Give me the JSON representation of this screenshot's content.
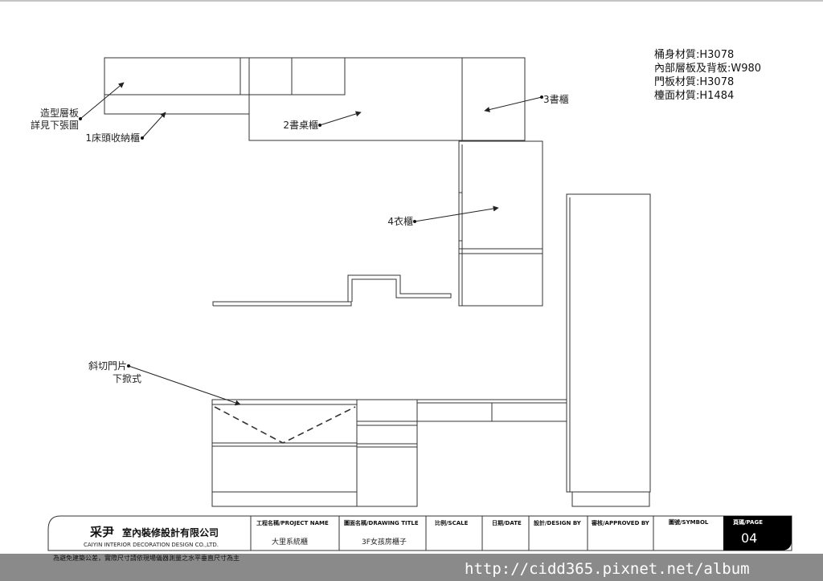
{
  "specs": [
    "桶身材質:H3078",
    "內部層板及背板:W980",
    "門板材質:H3078",
    "檯面材質:H1484"
  ],
  "labels": {
    "shelf_line1": "造型層板",
    "shelf_line2": "詳見下張圖",
    "headboard": "1床頭收納櫃",
    "desk": "2書桌櫃",
    "bookcase": "3書櫃",
    "wardrobe": "4衣櫃",
    "bevel_line1": "斜切門片",
    "bevel_line2": "下掀式"
  },
  "title_block": {
    "company_cn": "室內裝修設計有限公司",
    "company_logo": "采尹",
    "company_en": "CAIYIN INTERIOR DECORATION DESIGN CO.,LTD.",
    "project_name_label": "工程名稱/PROJECT NAME",
    "project_name_value": "大里系統櫃",
    "drawing_title_label": "圖面名稱/DRAWING TITLE",
    "drawing_title_value": "3F女孩房櫃子",
    "scale_label": "比例/SCALE",
    "date_label": "日期/DATE",
    "design_label": "設計/DESIGN BY",
    "approved_label": "審核/APPROVED BY",
    "symbol_label": "圖號/SYMBOL",
    "page_label": "頁碼/PAGE",
    "page_value": "04"
  },
  "footer_note": "為避免建築公差，實際尺寸請依現場儀器測量之水平垂直尺寸為主",
  "watermark_url": "http://cidd365.pixnet.net/album",
  "colors": {
    "line": "#333333",
    "footer_bar": "#8a8a8a",
    "page_box": "#000000"
  }
}
